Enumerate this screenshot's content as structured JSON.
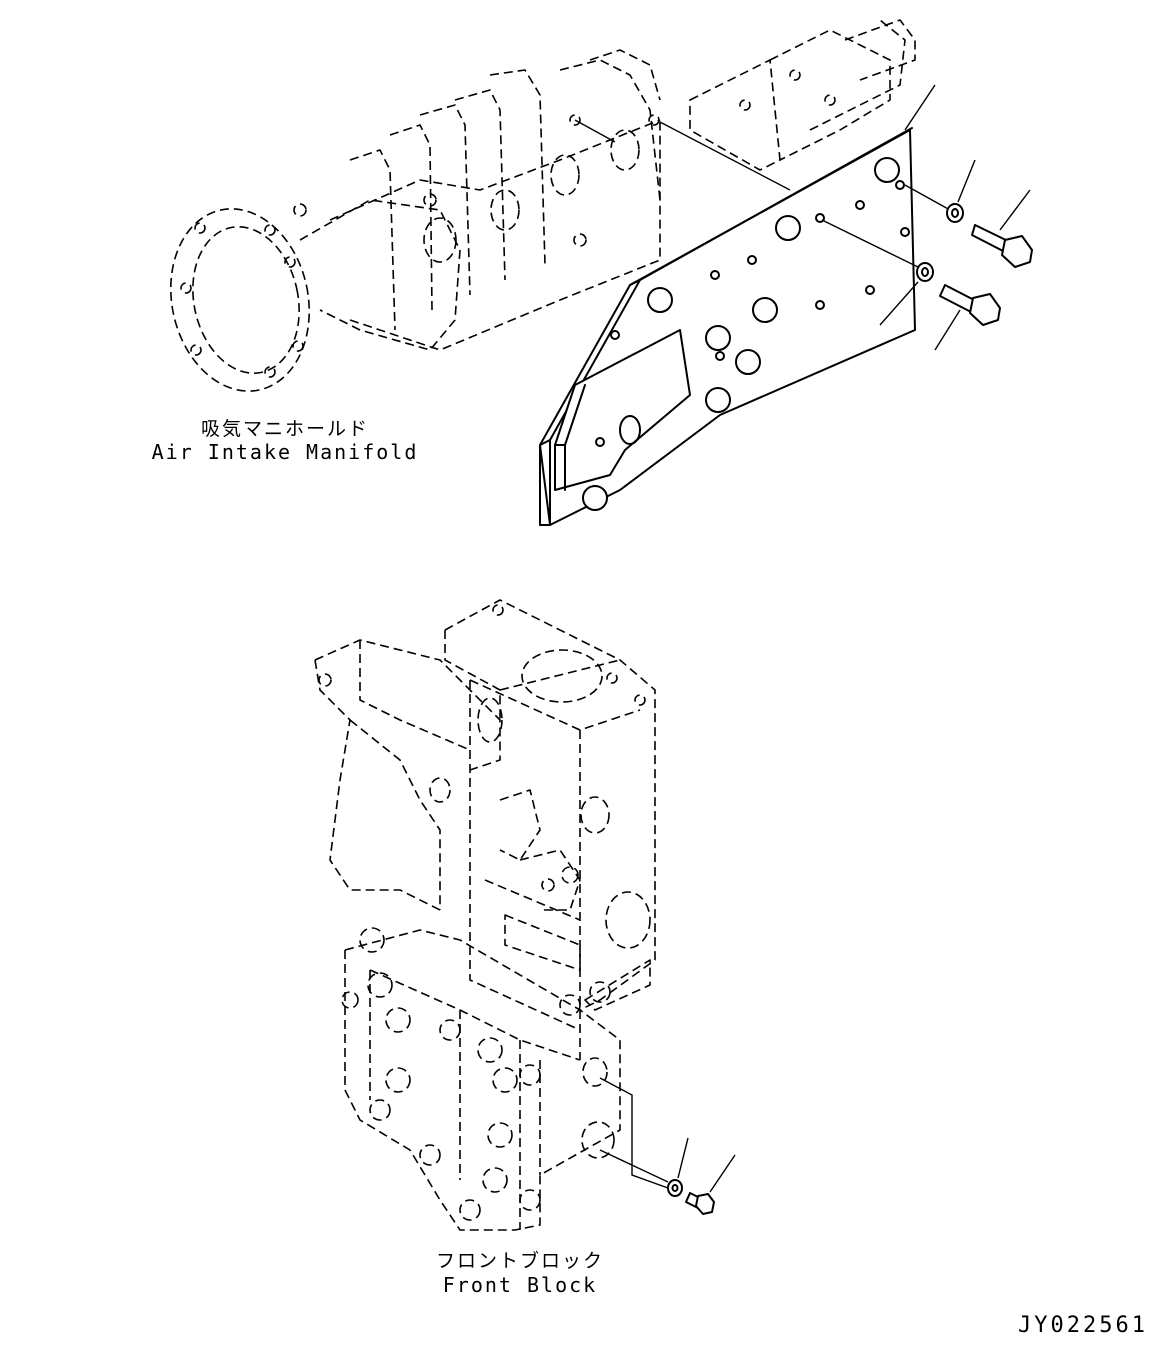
{
  "labels": {
    "air_intake_manifold_jp": "吸気マニホールド",
    "air_intake_manifold_en": "Air Intake Manifold",
    "front_block_jp": "フロントブロック",
    "front_block_en": "Front Block"
  },
  "drawing_code": "JY022561",
  "icons": {
    "manifold": "air-intake-manifold-drawing",
    "plate": "mounting-plate-drawing",
    "front_block": "front-block-drawing",
    "bolt": "bolt-drawing",
    "washer": "washer-drawing"
  }
}
